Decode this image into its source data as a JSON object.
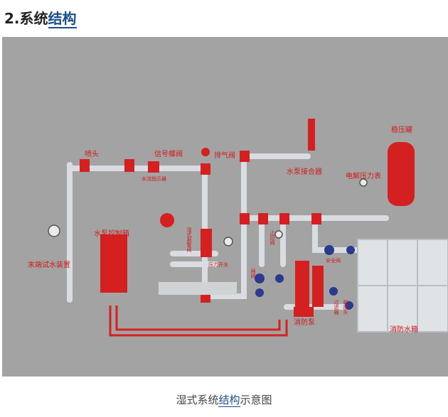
{
  "heading": {
    "prefix": "2.系统",
    "link": "结构"
  },
  "caption": {
    "prefix": "湿式系统",
    "link": "结构",
    "suffix": "示意图"
  },
  "labels": {
    "sprinkler": "喷头",
    "signal_valve": "信号蝶阀",
    "exhaust_valve": "排气阀",
    "pump_adapter": "水泵接合器",
    "pressure_tank": "稳压罐",
    "pressure_gauge": "电解压力表",
    "pump_control_box": "水泵控制箱",
    "end_test_device": "末端试水装置",
    "fire_pump": "消防泵",
    "fire_tank": "消防水箱",
    "flow_indicator": "水流指示器",
    "check_valve": "止回阀",
    "gate_valve": "闸阀",
    "alarm_valve": "湿式报警阀",
    "relief_valve": "安全阀",
    "strainer": "过滤器",
    "flex_joint": "软接头",
    "pressure_switch": "压力开关"
  }
}
